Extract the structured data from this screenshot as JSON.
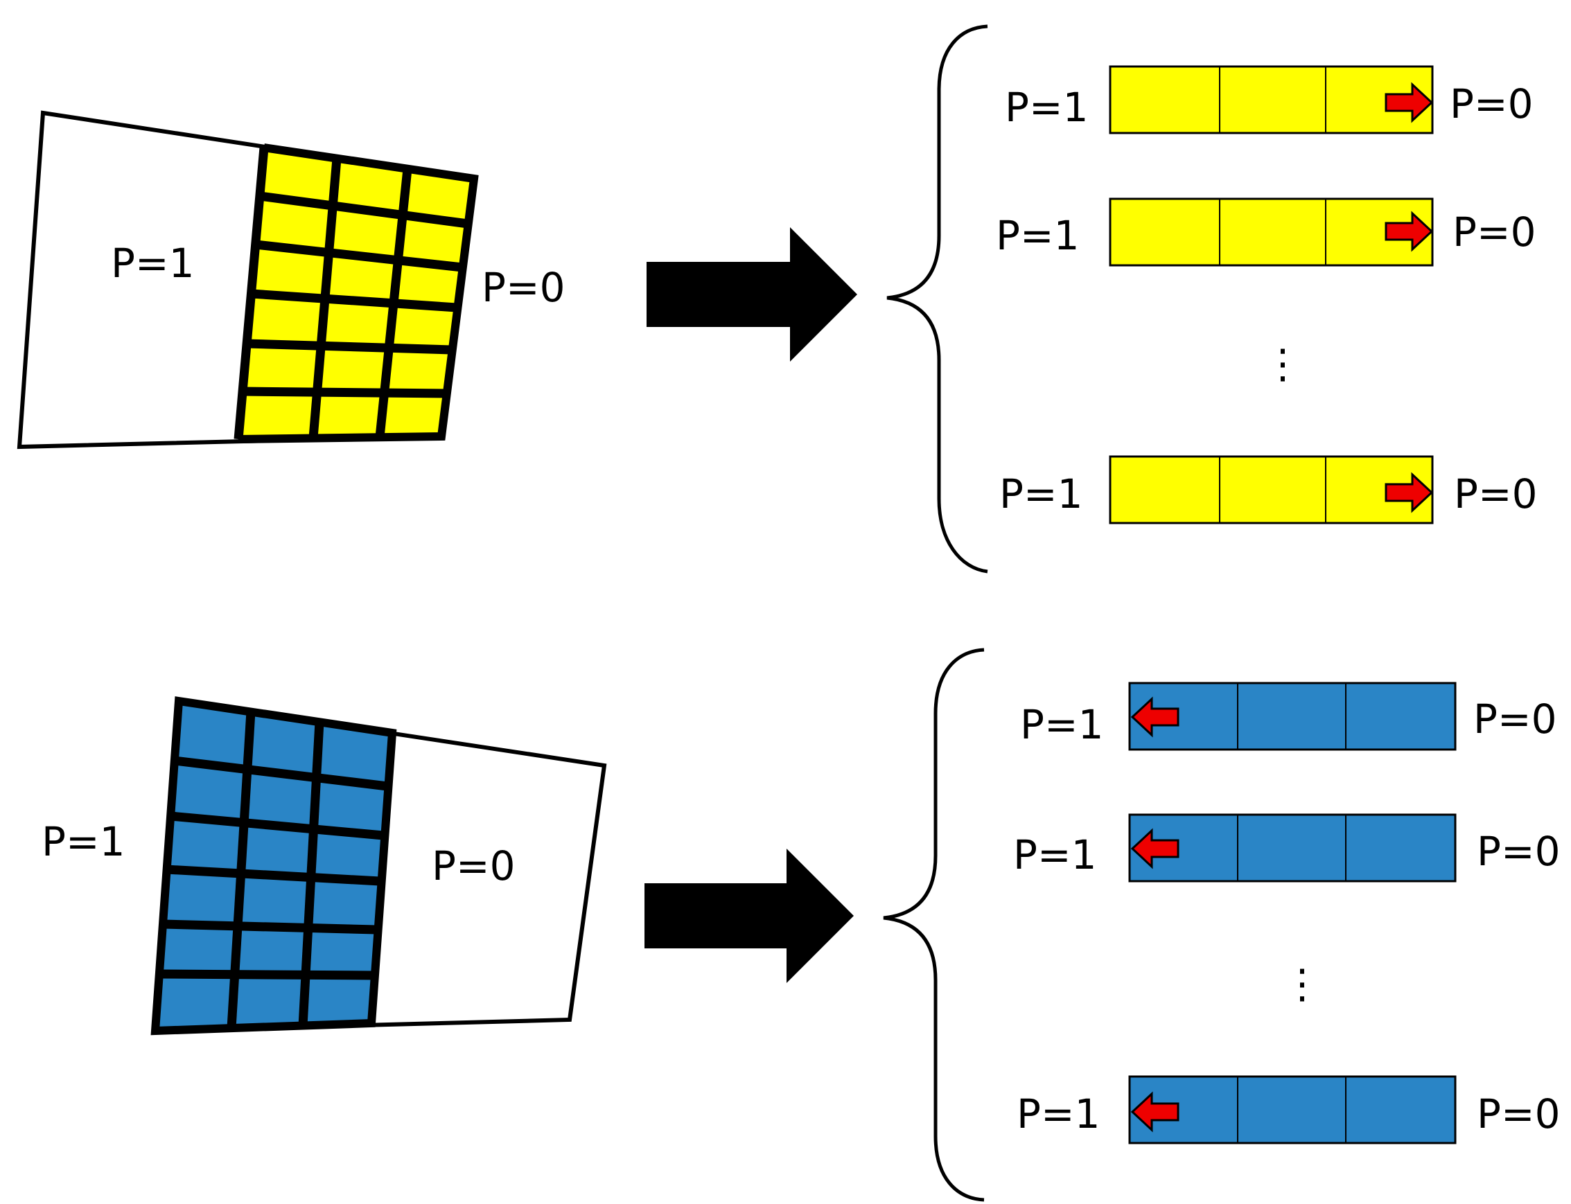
{
  "colors": {
    "yellow": "#ffff00",
    "blue": "#2a85c6",
    "arrow_red": "#ee0000",
    "ink": "#000000"
  },
  "top_panel": {
    "quad_left_label": "P=1",
    "quad_right_label": "P=0",
    "rows": [
      {
        "left": "P=1",
        "right": "P=0"
      },
      {
        "left": "P=1",
        "right": "P=0"
      },
      {
        "left": "P=1",
        "right": "P=0"
      }
    ],
    "row_arrow_icon": "right-arrow-icon",
    "ellipsis": "⋮"
  },
  "bottom_panel": {
    "quad_left_label": "P=1",
    "quad_right_label": "P=0",
    "rows": [
      {
        "left": "P=1",
        "right": "P=0"
      },
      {
        "left": "P=1",
        "right": "P=0"
      },
      {
        "left": "P=1",
        "right": "P=0"
      }
    ],
    "row_arrow_icon": "left-arrow-icon",
    "ellipsis": "⋮"
  },
  "big_arrow_icon": "right-arrow-icon"
}
